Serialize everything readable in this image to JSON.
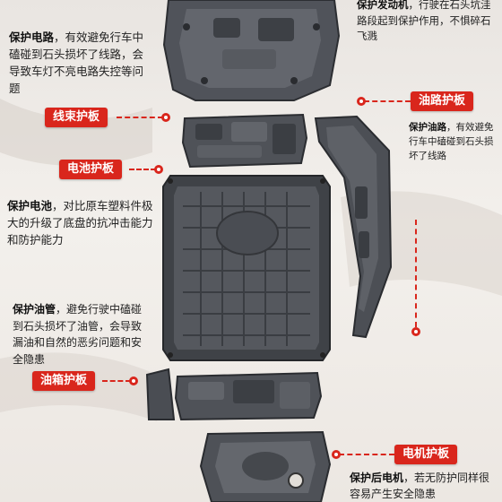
{
  "labels": {
    "wiring": "线束护板",
    "battery": "电池护板",
    "fuel_line": "油路护板",
    "tank": "油箱护板",
    "motor": "电机护板"
  },
  "descriptions": {
    "engine": {
      "title": "保护发动机",
      "text": "，行驶在石头坑洼路段起到保护作用，不惧碎石飞溅"
    },
    "circuit": {
      "title": "保护电路",
      "text": "，有效避免行车中磕碰到石头损坏了线路，会导致车灯不亮电路失控等问题"
    },
    "fuel_line": {
      "title": "保护油路",
      "text": "，有效避免行车中磕碰到石头损坏了线路"
    },
    "battery": {
      "title": "保护电池",
      "text": "，对比原车塑料件极大的升级了底盘的抗冲击能力和防护能力"
    },
    "tube": {
      "title": "保护油管",
      "text": "，避免行驶中磕碰到石头损坏了油管，会导致漏油和自然的恶劣问题和安全隐患"
    },
    "motor": {
      "title": "保护后电机",
      "text": "，若无防护同样很容易产生安全隐患"
    }
  },
  "colors": {
    "accent": "#d9261c",
    "metal": "#4a4d52",
    "text": "#222222"
  }
}
